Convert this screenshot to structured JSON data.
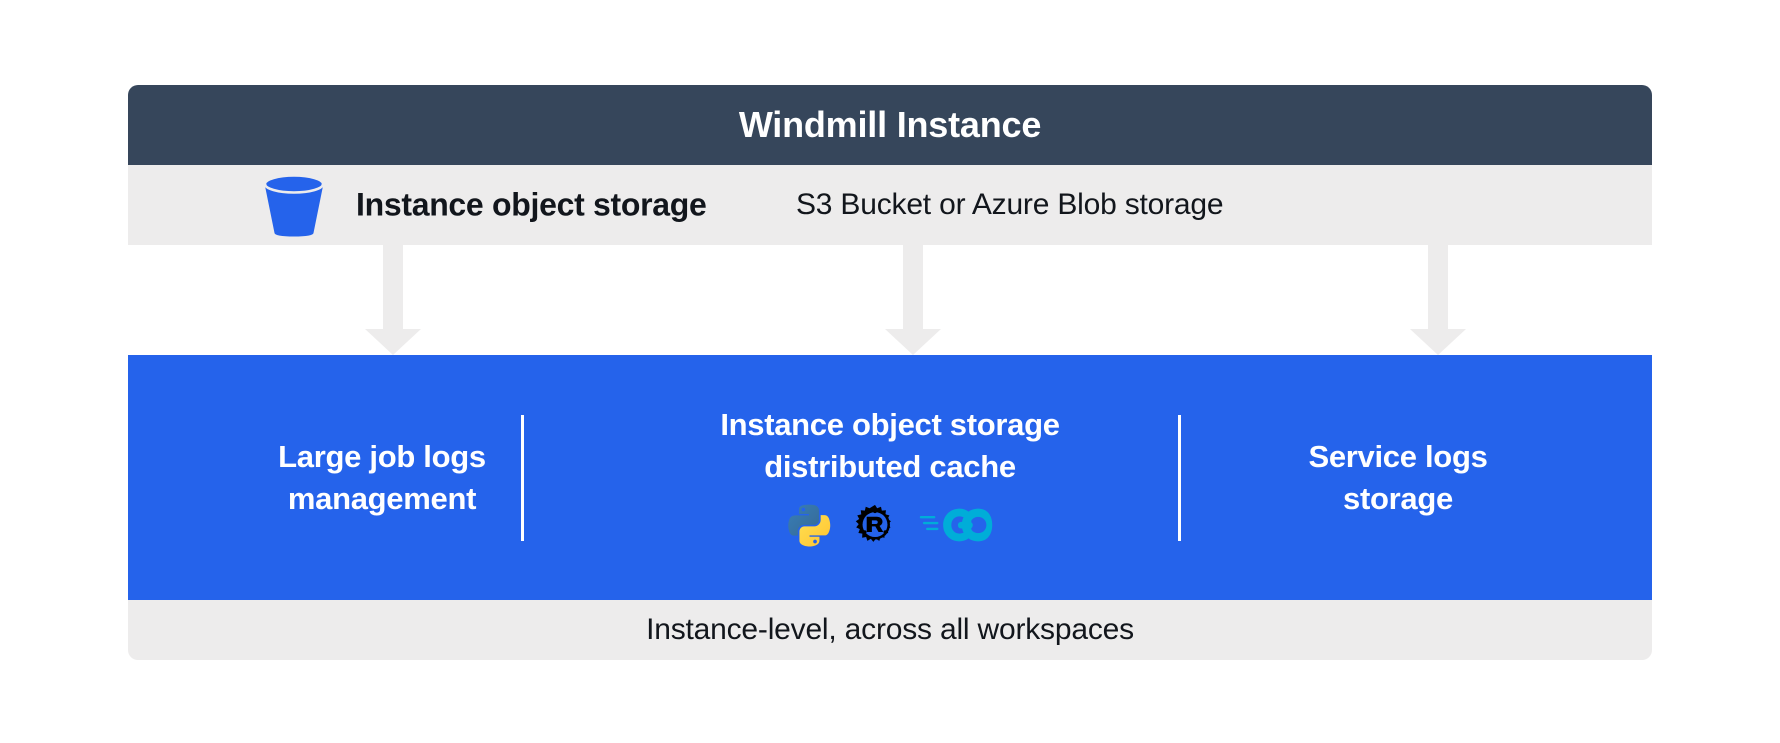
{
  "header": {
    "title": "Windmill Instance",
    "bg_color": "#36465B"
  },
  "storage_band": {
    "icon": "s3-bucket-icon",
    "label": "Instance object storage",
    "sublabel": "S3 Bucket or Azure Blob storage",
    "bg_color": "#EDECEC"
  },
  "connectors": {
    "count": 3,
    "color": "#EDECEC",
    "direction": "down"
  },
  "blue_panel": {
    "bg_color": "#2563EB",
    "columns": [
      {
        "title": "Large job logs management",
        "title_line_1": "Large job logs",
        "title_line_2": "management",
        "languages": []
      },
      {
        "title": "Instance object storage distributed cache",
        "title_line_1": "Instance object storage",
        "title_line_2": "distributed cache",
        "languages": [
          {
            "name": "python-icon",
            "label": "Python",
            "color": "#FFD43B"
          },
          {
            "name": "rust-icon",
            "label": "Rust",
            "color": "#000000"
          },
          {
            "name": "go-icon",
            "label": "Go",
            "color": "#00ADD8"
          }
        ]
      },
      {
        "title": "Service logs storage",
        "title_line_1": "Service logs",
        "title_line_2": "storage",
        "languages": []
      }
    ]
  },
  "footer": {
    "text": "Instance-level, across all workspaces",
    "bg_color": "#EDECEC"
  }
}
